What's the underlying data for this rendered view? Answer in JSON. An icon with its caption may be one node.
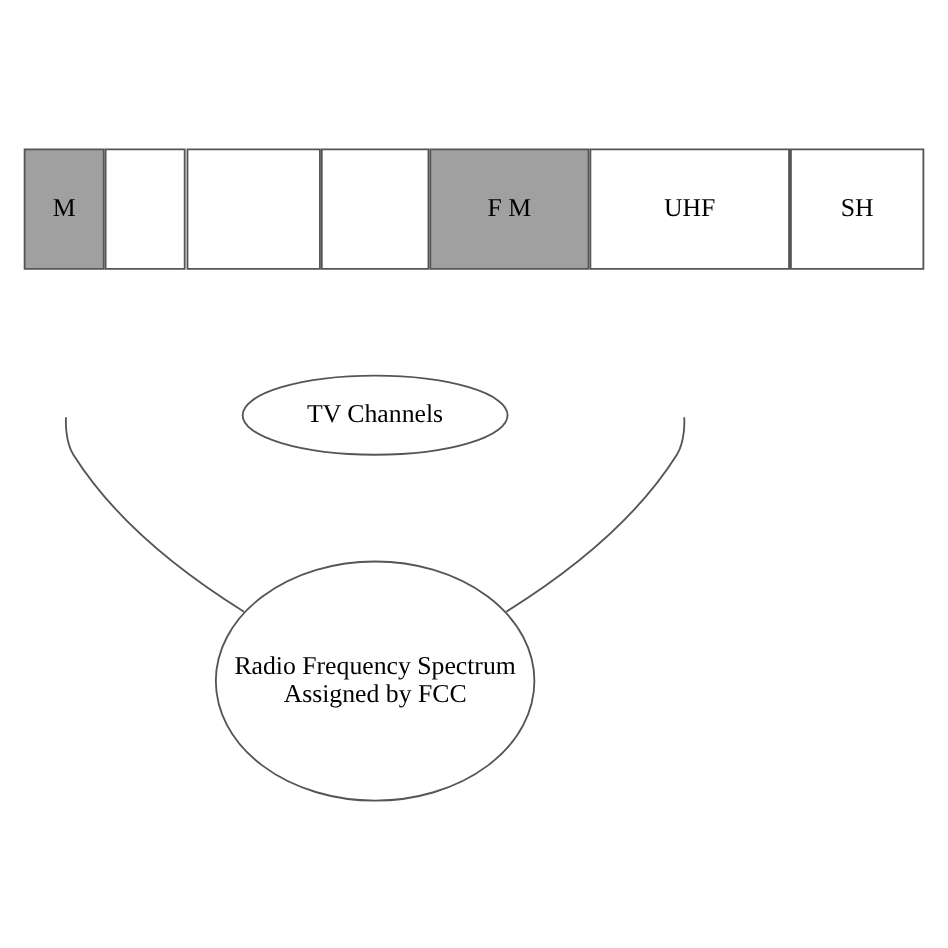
{
  "diagram": {
    "nodes": [
      {
        "text": [
          "M"
        ]
      },
      {
        "text": [],
        "shape": "box"
      },
      {
        "text": [],
        "shape": "box"
      },
      {
        "text": [],
        "shape": "box"
      },
      {
        "text": [
          "F M"
        ]
      },
      {
        "text": [
          "UHF"
        ]
      },
      {
        "text": [
          "SH"
        ]
      },
      {
        "text": [
          "TV Channels"
        ]
      },
      {
        "text": [
          "Radio Frequency Spectrum Assigned by FCC"
        ]
      }
    ],
    "edges": [
      {
        "from": 8,
        "to": null,
        "arrow": "none"
      },
      {
        "from": 8,
        "to": null,
        "arrow": "none"
      }
    ]
  }
}
